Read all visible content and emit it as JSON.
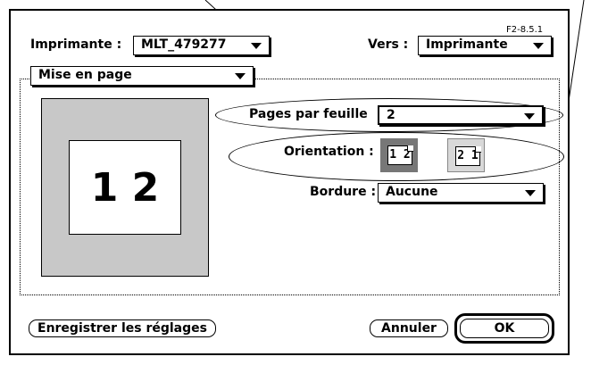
{
  "version": "F2-8.5.1",
  "printer": {
    "label": "Imprimante :",
    "value": "MLT_479277"
  },
  "destination": {
    "label": "Vers :",
    "value": "Imprimante"
  },
  "section": {
    "value": "Mise en page"
  },
  "pages_per_sheet": {
    "label": "Pages par feuille",
    "value": "2"
  },
  "orientation": {
    "label": "Orientation :",
    "option1": "1 2",
    "option2": "2 1",
    "selected": "1 2"
  },
  "border": {
    "label": "Bordure :",
    "value": "Aucune"
  },
  "preview": {
    "text": "1 2"
  },
  "buttons": {
    "save": "Enregistrer les réglages",
    "cancel": "Annuler",
    "ok": "OK"
  }
}
